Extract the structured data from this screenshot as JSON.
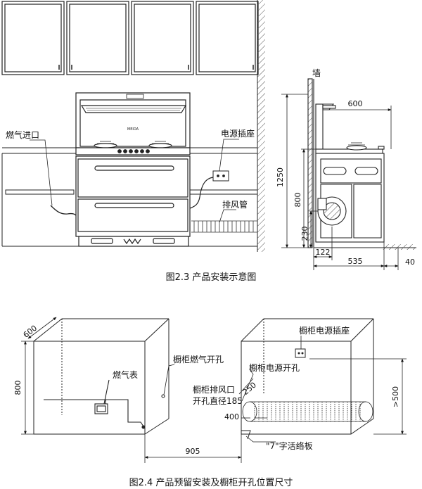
{
  "fig1": {
    "brand": "MEIDA",
    "label_gas_inlet": "燃气进口",
    "label_power_socket": "电源插座",
    "label_exhaust_pipe": "排风管",
    "label_wall": "墙",
    "caption": "图2.3 产品安装示意图",
    "dims": {
      "d600": "600",
      "d1250": "1250",
      "d800": "800",
      "d230": "230",
      "d122": "122",
      "d535": "535",
      "d40": "40"
    }
  },
  "fig2": {
    "label_cabinet_socket": "橱柜电源插座",
    "label_cabinet_gas_hole": "橱柜燃气开孔",
    "label_cabinet_power_hole": "橱柜电源开孔",
    "label_gas_meter": "燃气表",
    "label_exhaust_hole_line1": "橱柜排风口",
    "label_exhaust_hole_line2": "开孔直径185",
    "label_board": "\"7\"字活络板",
    "caption": "图2.4  产品预留安装及橱柜开孔位置尺寸",
    "dims": {
      "d600": "600",
      "d800": "800",
      "d905": "905",
      "d250": "250",
      "d400": "400",
      "d500": ">500"
    }
  }
}
